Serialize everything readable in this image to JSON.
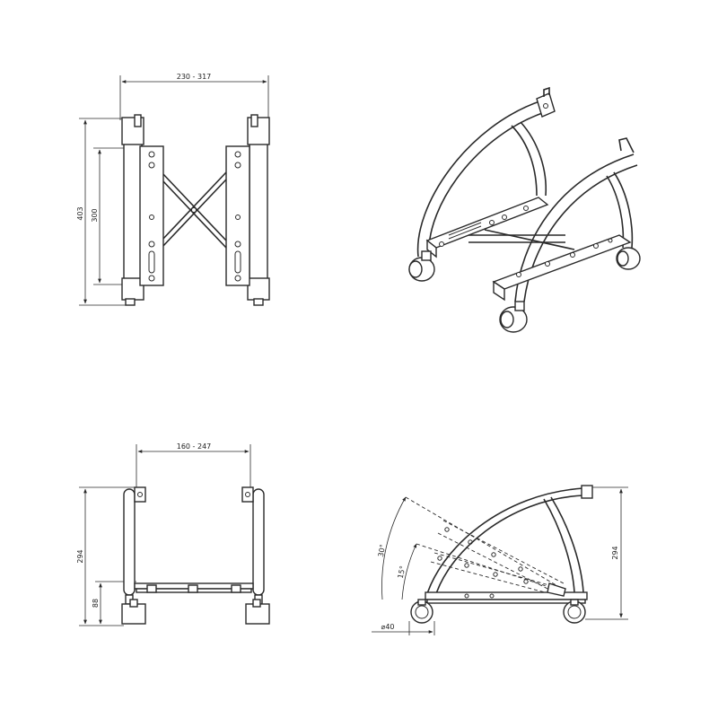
{
  "views": {
    "top": {
      "width_label": "230 - 317",
      "height_outer_label": "403",
      "height_inner_label": "300"
    },
    "iso": {},
    "front": {
      "width_label": "160 - 247",
      "height_label": "294",
      "base_height_label": "88"
    },
    "side": {
      "angle_large_label": "30°",
      "angle_small_label": "15°",
      "height_label": "294",
      "wheel_label": "⌀40"
    }
  }
}
